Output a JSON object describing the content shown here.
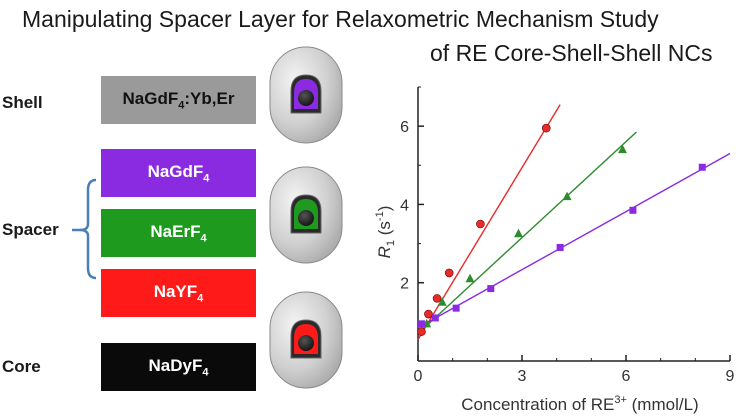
{
  "title_line1": "Manipulating Spacer Layer for Relaxometric Mechanism Study",
  "title_line2": "of RE Core-Shell-Shell NCs",
  "labels": {
    "shell": "Shell",
    "spacer": "Spacer",
    "core": "Core"
  },
  "boxes": [
    {
      "id": "shell",
      "base": "NaGdF",
      "sub": "4",
      "tail": ":Yb,Er",
      "bg": "#9a9a9a",
      "fg": "#111111"
    },
    {
      "id": "spacer-gd",
      "base": "NaGdF",
      "sub": "4",
      "tail": "",
      "bg": "#8a2be2",
      "fg": "#ffffff"
    },
    {
      "id": "spacer-er",
      "base": "NaErF",
      "sub": "4",
      "tail": "",
      "bg": "#1e9a1e",
      "fg": "#ffffff"
    },
    {
      "id": "spacer-y",
      "base": "NaYF",
      "sub": "4",
      "tail": "",
      "bg": "#ff1a1a",
      "fg": "#ffffff"
    },
    {
      "id": "core",
      "base": "NaDyF",
      "sub": "4",
      "tail": "",
      "bg": "#0a0a0a",
      "fg": "#ffffff"
    }
  ],
  "capsule_colors": [
    "#8a2be2",
    "#1e9a1e",
    "#ff1a1a"
  ],
  "chart_data": {
    "type": "scatter",
    "xlabel": "Concentration of RE3+ (mmol/L)",
    "ylabel": "R1 (s-1)",
    "xlim": [
      0,
      9
    ],
    "ylim": [
      0,
      7
    ],
    "x_ticks": [
      "0",
      "3",
      "6",
      "9"
    ],
    "y_ticks": [
      "2",
      "4",
      "6"
    ],
    "series": [
      {
        "color": "#e52b2b",
        "marker": "circle",
        "x": [
          0.1,
          0.3,
          0.55,
          0.9,
          1.8,
          3.7
        ],
        "y": [
          0.75,
          1.2,
          1.6,
          2.25,
          3.5,
          5.95
        ],
        "fit": [
          [
            0,
            0.55
          ],
          [
            4.1,
            6.55
          ]
        ]
      },
      {
        "color": "#2e8b2e",
        "marker": "triangle",
        "x": [
          0.25,
          0.7,
          1.5,
          2.9,
          4.3,
          5.9
        ],
        "y": [
          0.95,
          1.5,
          2.1,
          3.25,
          4.2,
          5.4
        ],
        "fit": [
          [
            0,
            0.7
          ],
          [
            6.3,
            5.85
          ]
        ]
      },
      {
        "color": "#8a2be2",
        "marker": "square",
        "x": [
          0.1,
          0.5,
          1.1,
          2.1,
          4.1,
          6.2,
          8.2
        ],
        "y": [
          0.95,
          1.1,
          1.35,
          1.85,
          2.9,
          3.85,
          4.95
        ],
        "fit": [
          [
            0,
            0.85
          ],
          [
            9.0,
            5.3
          ]
        ]
      }
    ]
  }
}
